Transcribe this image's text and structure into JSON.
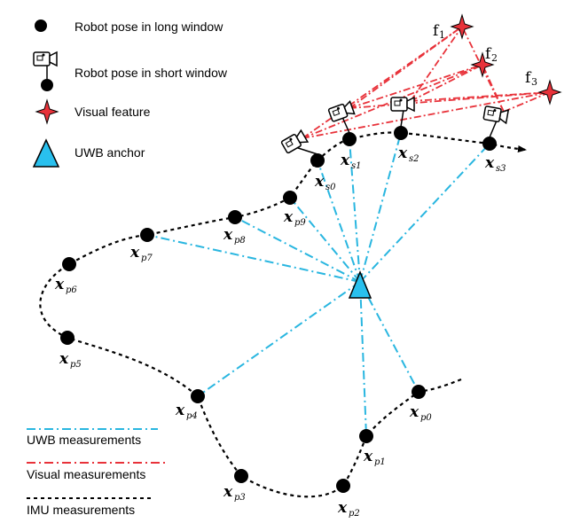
{
  "legend": {
    "long_window": "Robot pose in long window",
    "short_window": "Robot pose in short window",
    "visual_feature": "Visual feature",
    "uwb_anchor": "UWB anchor",
    "uwb_measurements": "UWB measurements",
    "visual_measurements": "Visual measurements",
    "imu_measurements": "IMU measurements"
  },
  "colors": {
    "uwb": "#29b6e0",
    "visual": "#e8323a",
    "imu": "#000000",
    "anchor_fill": "#29c0ee",
    "feature_fill": "#e8323a"
  },
  "pose_symbol": "x",
  "features": [
    {
      "letter": "f",
      "sub": "1"
    },
    {
      "letter": "f",
      "sub": "2"
    },
    {
      "letter": "f",
      "sub": "3"
    }
  ],
  "long_window_poses": [
    {
      "sub": "p0"
    },
    {
      "sub": "p1"
    },
    {
      "sub": "p2"
    },
    {
      "sub": "p3"
    },
    {
      "sub": "p4"
    },
    {
      "sub": "p5"
    },
    {
      "sub": "p6"
    },
    {
      "sub": "p7"
    },
    {
      "sub": "p8"
    },
    {
      "sub": "p9"
    }
  ],
  "short_window_poses": [
    {
      "sub": "s0"
    },
    {
      "sub": "s1"
    },
    {
      "sub": "s2"
    },
    {
      "sub": "s3"
    }
  ]
}
